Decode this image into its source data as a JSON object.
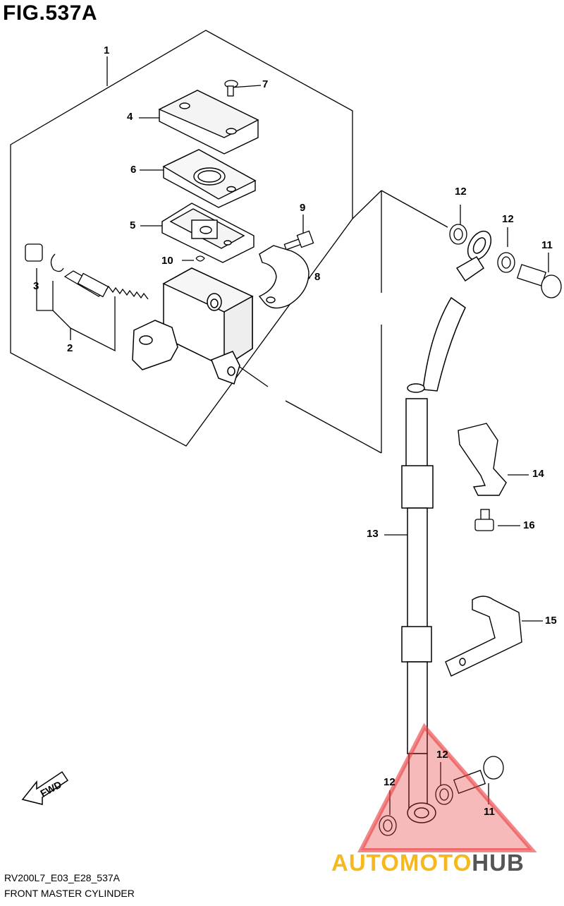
{
  "figure": {
    "title": "FIG.537A"
  },
  "callouts": [
    {
      "id": "c1",
      "text": "1"
    },
    {
      "id": "c2",
      "text": "2"
    },
    {
      "id": "c3",
      "text": "3"
    },
    {
      "id": "c4",
      "text": "4"
    },
    {
      "id": "c5",
      "text": "5"
    },
    {
      "id": "c6",
      "text": "6"
    },
    {
      "id": "c7",
      "text": "7"
    },
    {
      "id": "c8",
      "text": "8"
    },
    {
      "id": "c9",
      "text": "9"
    },
    {
      "id": "c10",
      "text": "10"
    },
    {
      "id": "c11a",
      "text": "11"
    },
    {
      "id": "c12a",
      "text": "12"
    },
    {
      "id": "c12b",
      "text": "12"
    },
    {
      "id": "c13",
      "text": "13"
    },
    {
      "id": "c14",
      "text": "14"
    },
    {
      "id": "c15",
      "text": "15"
    },
    {
      "id": "c16",
      "text": "16"
    },
    {
      "id": "c12c",
      "text": "12"
    },
    {
      "id": "c12d",
      "text": "12"
    },
    {
      "id": "c11b",
      "text": "11"
    }
  ],
  "fwd_label": "FWD",
  "footer": {
    "code": "RV200L7_E03_E28_537A",
    "caption": "FRONT MASTER CYLINDER"
  },
  "watermark": {
    "part1": "AUTOMOTO",
    "part2": "HUB",
    "colors": {
      "accent": "#f5b81f",
      "dark": "#555555",
      "triangle": "#e8393a"
    }
  }
}
